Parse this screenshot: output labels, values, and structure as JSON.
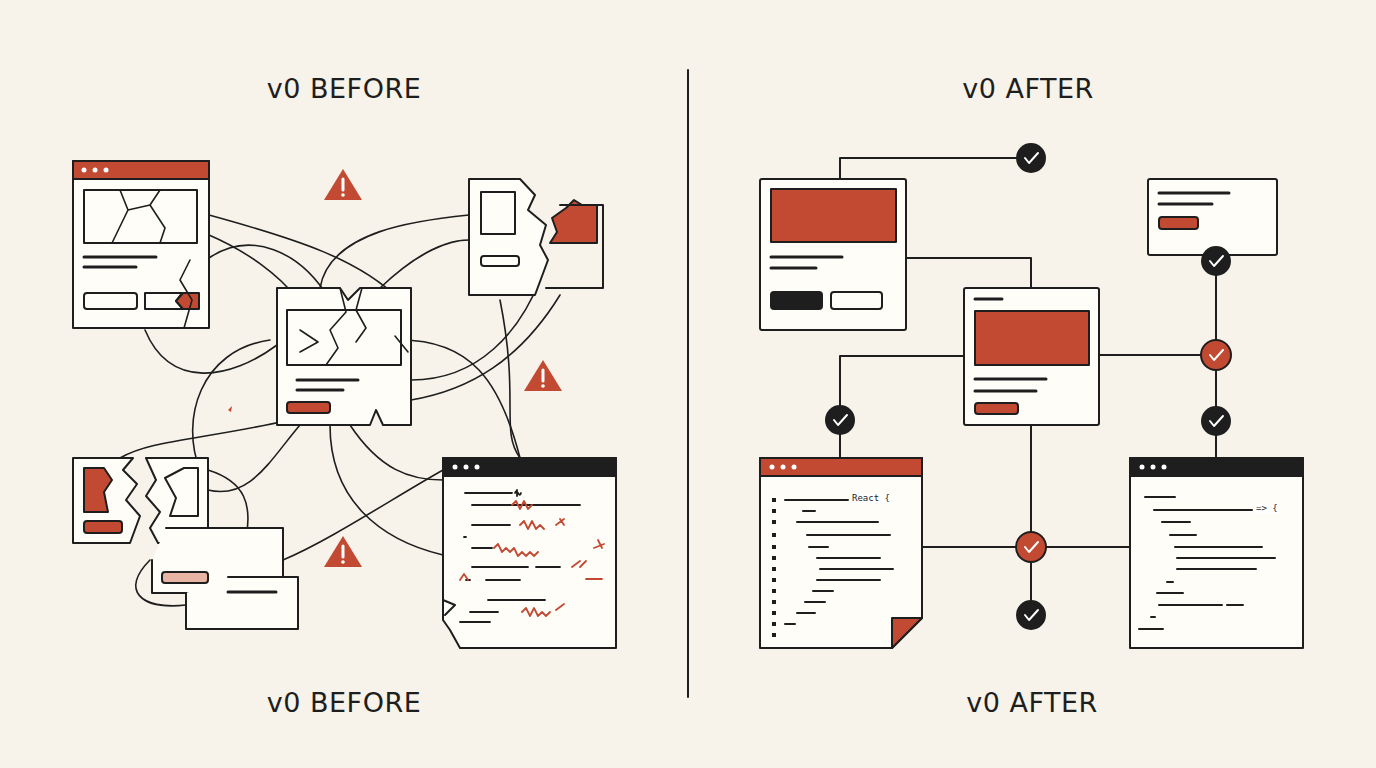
{
  "diagram": {
    "labels": [
      "v0 BEFORE",
      "v0 AFTER",
      "React {",
      "=> {",
      "v0 BEFORE",
      "v0 AFTER"
    ]
  }
}
